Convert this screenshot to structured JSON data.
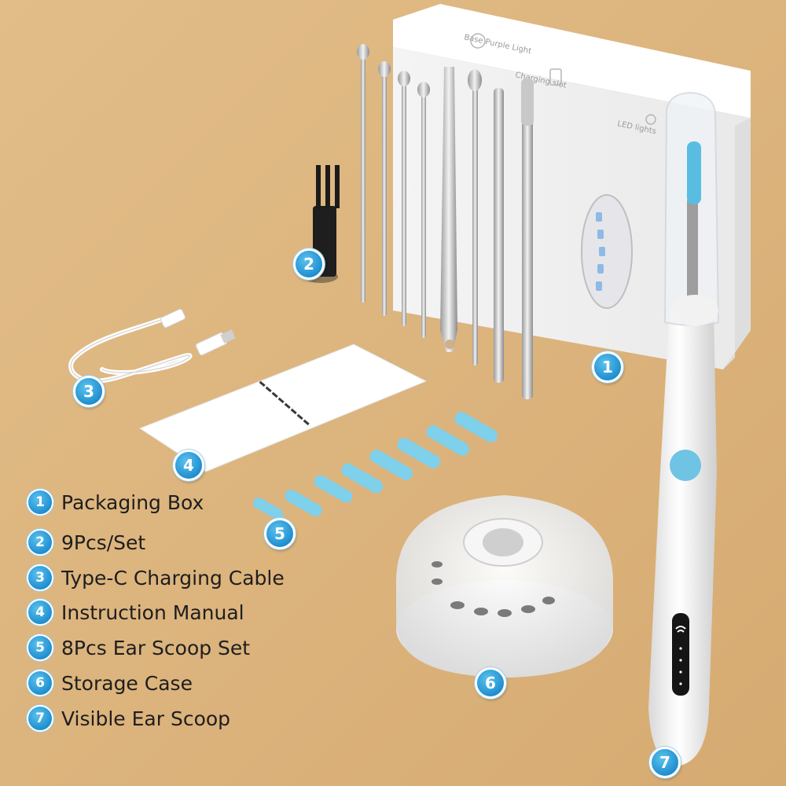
{
  "colors": {
    "background": "#dcb47e",
    "accent_blue": "#2b9ad6",
    "silicone_blue": "#7fd0ea",
    "device_white": "#f7f7f7"
  },
  "box_print": {
    "label_a": "Base Purple Light",
    "label_b": "Charging slot",
    "label_c": "LED lights"
  },
  "callouts": [
    {
      "number": "1"
    },
    {
      "number": "2"
    },
    {
      "number": "3"
    },
    {
      "number": "4"
    },
    {
      "number": "5"
    },
    {
      "number": "6"
    },
    {
      "number": "7"
    }
  ],
  "legend": [
    {
      "number": "1",
      "text": "Packaging Box"
    },
    {
      "number": "2",
      "text": "9Pcs/Set"
    },
    {
      "number": "3",
      "text": "Type-C Charging Cable"
    },
    {
      "number": "4",
      "text": "Instruction Manual"
    },
    {
      "number": "5",
      "text": "8Pcs Ear Scoop Set"
    },
    {
      "number": "6",
      "text": "Storage Case"
    },
    {
      "number": "7",
      "text": "Visible Ear Scoop"
    }
  ]
}
